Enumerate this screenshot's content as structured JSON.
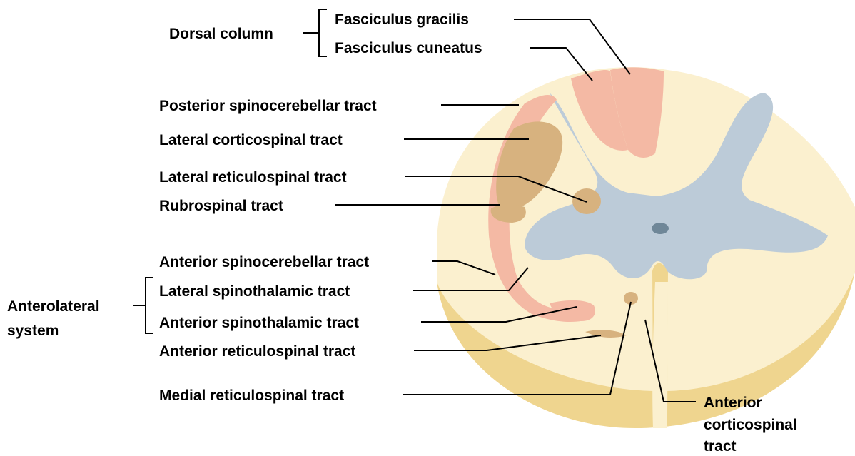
{
  "colors": {
    "white_matter": "#fbf0cf",
    "white_matter_side": "#efd58f",
    "gray_matter": "#bccbd8",
    "central_canal": "#6f8798",
    "sensory_tract": "#f4b9a4",
    "motor_tract": "#d7b27f",
    "line": "#000000"
  },
  "labels": {
    "dorsal_column": "Dorsal column",
    "fasciculus_gracilis": "Fasciculus gracilis",
    "fasciculus_cuneatus": "Fasciculus cuneatus",
    "posterior_spinocerebellar": "Posterior spinocerebellar tract",
    "lateral_corticospinal": "Lateral corticospinal tract",
    "lateral_reticulospinal": "Lateral reticulospinal tract",
    "rubrospinal": "Rubrospinal tract",
    "anterior_spinocerebellar": "Anterior spinocerebellar tract",
    "lateral_spinothalamic": "Lateral spinothalamic tract",
    "anterior_spinothalamic": "Anterior spinothalamic tract",
    "anterior_reticulospinal": "Anterior reticulospinal tract",
    "medial_reticulospinal": "Medial reticulospinal tract",
    "anterolateral_line1": "Anterolateral",
    "anterolateral_line2": "system",
    "anterior_corticospinal_line1": "Anterior",
    "anterior_corticospinal_line2": "corticospinal",
    "anterior_corticospinal_line3": "tract"
  }
}
